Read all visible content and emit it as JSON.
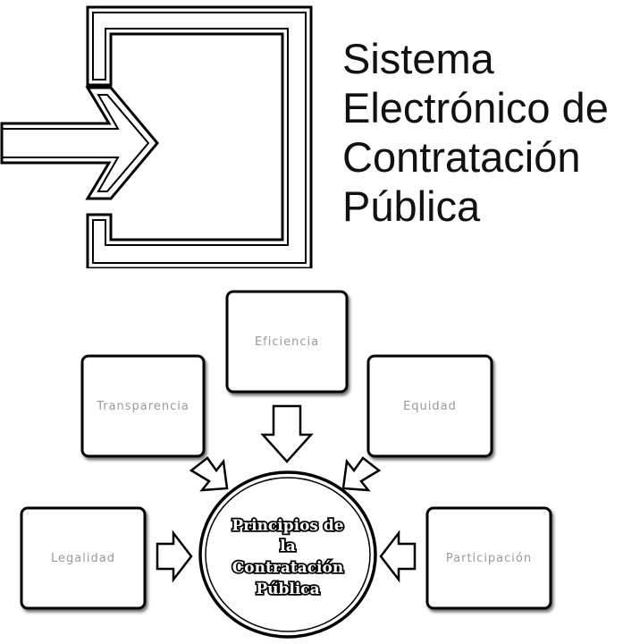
{
  "logo": {
    "icon": "bracket-arrow-icon",
    "title_lines": [
      "Sistema",
      "Electrónico de",
      "Contratación",
      "Pública"
    ]
  },
  "diagram": {
    "center_lines": [
      "Principios de",
      "la",
      "Contratación",
      "Pública"
    ],
    "boxes": {
      "top": "Eficiencia",
      "upper_left": "Transparencia",
      "upper_right": "Equidad",
      "left": "Legalidad",
      "right": "Participación"
    }
  }
}
